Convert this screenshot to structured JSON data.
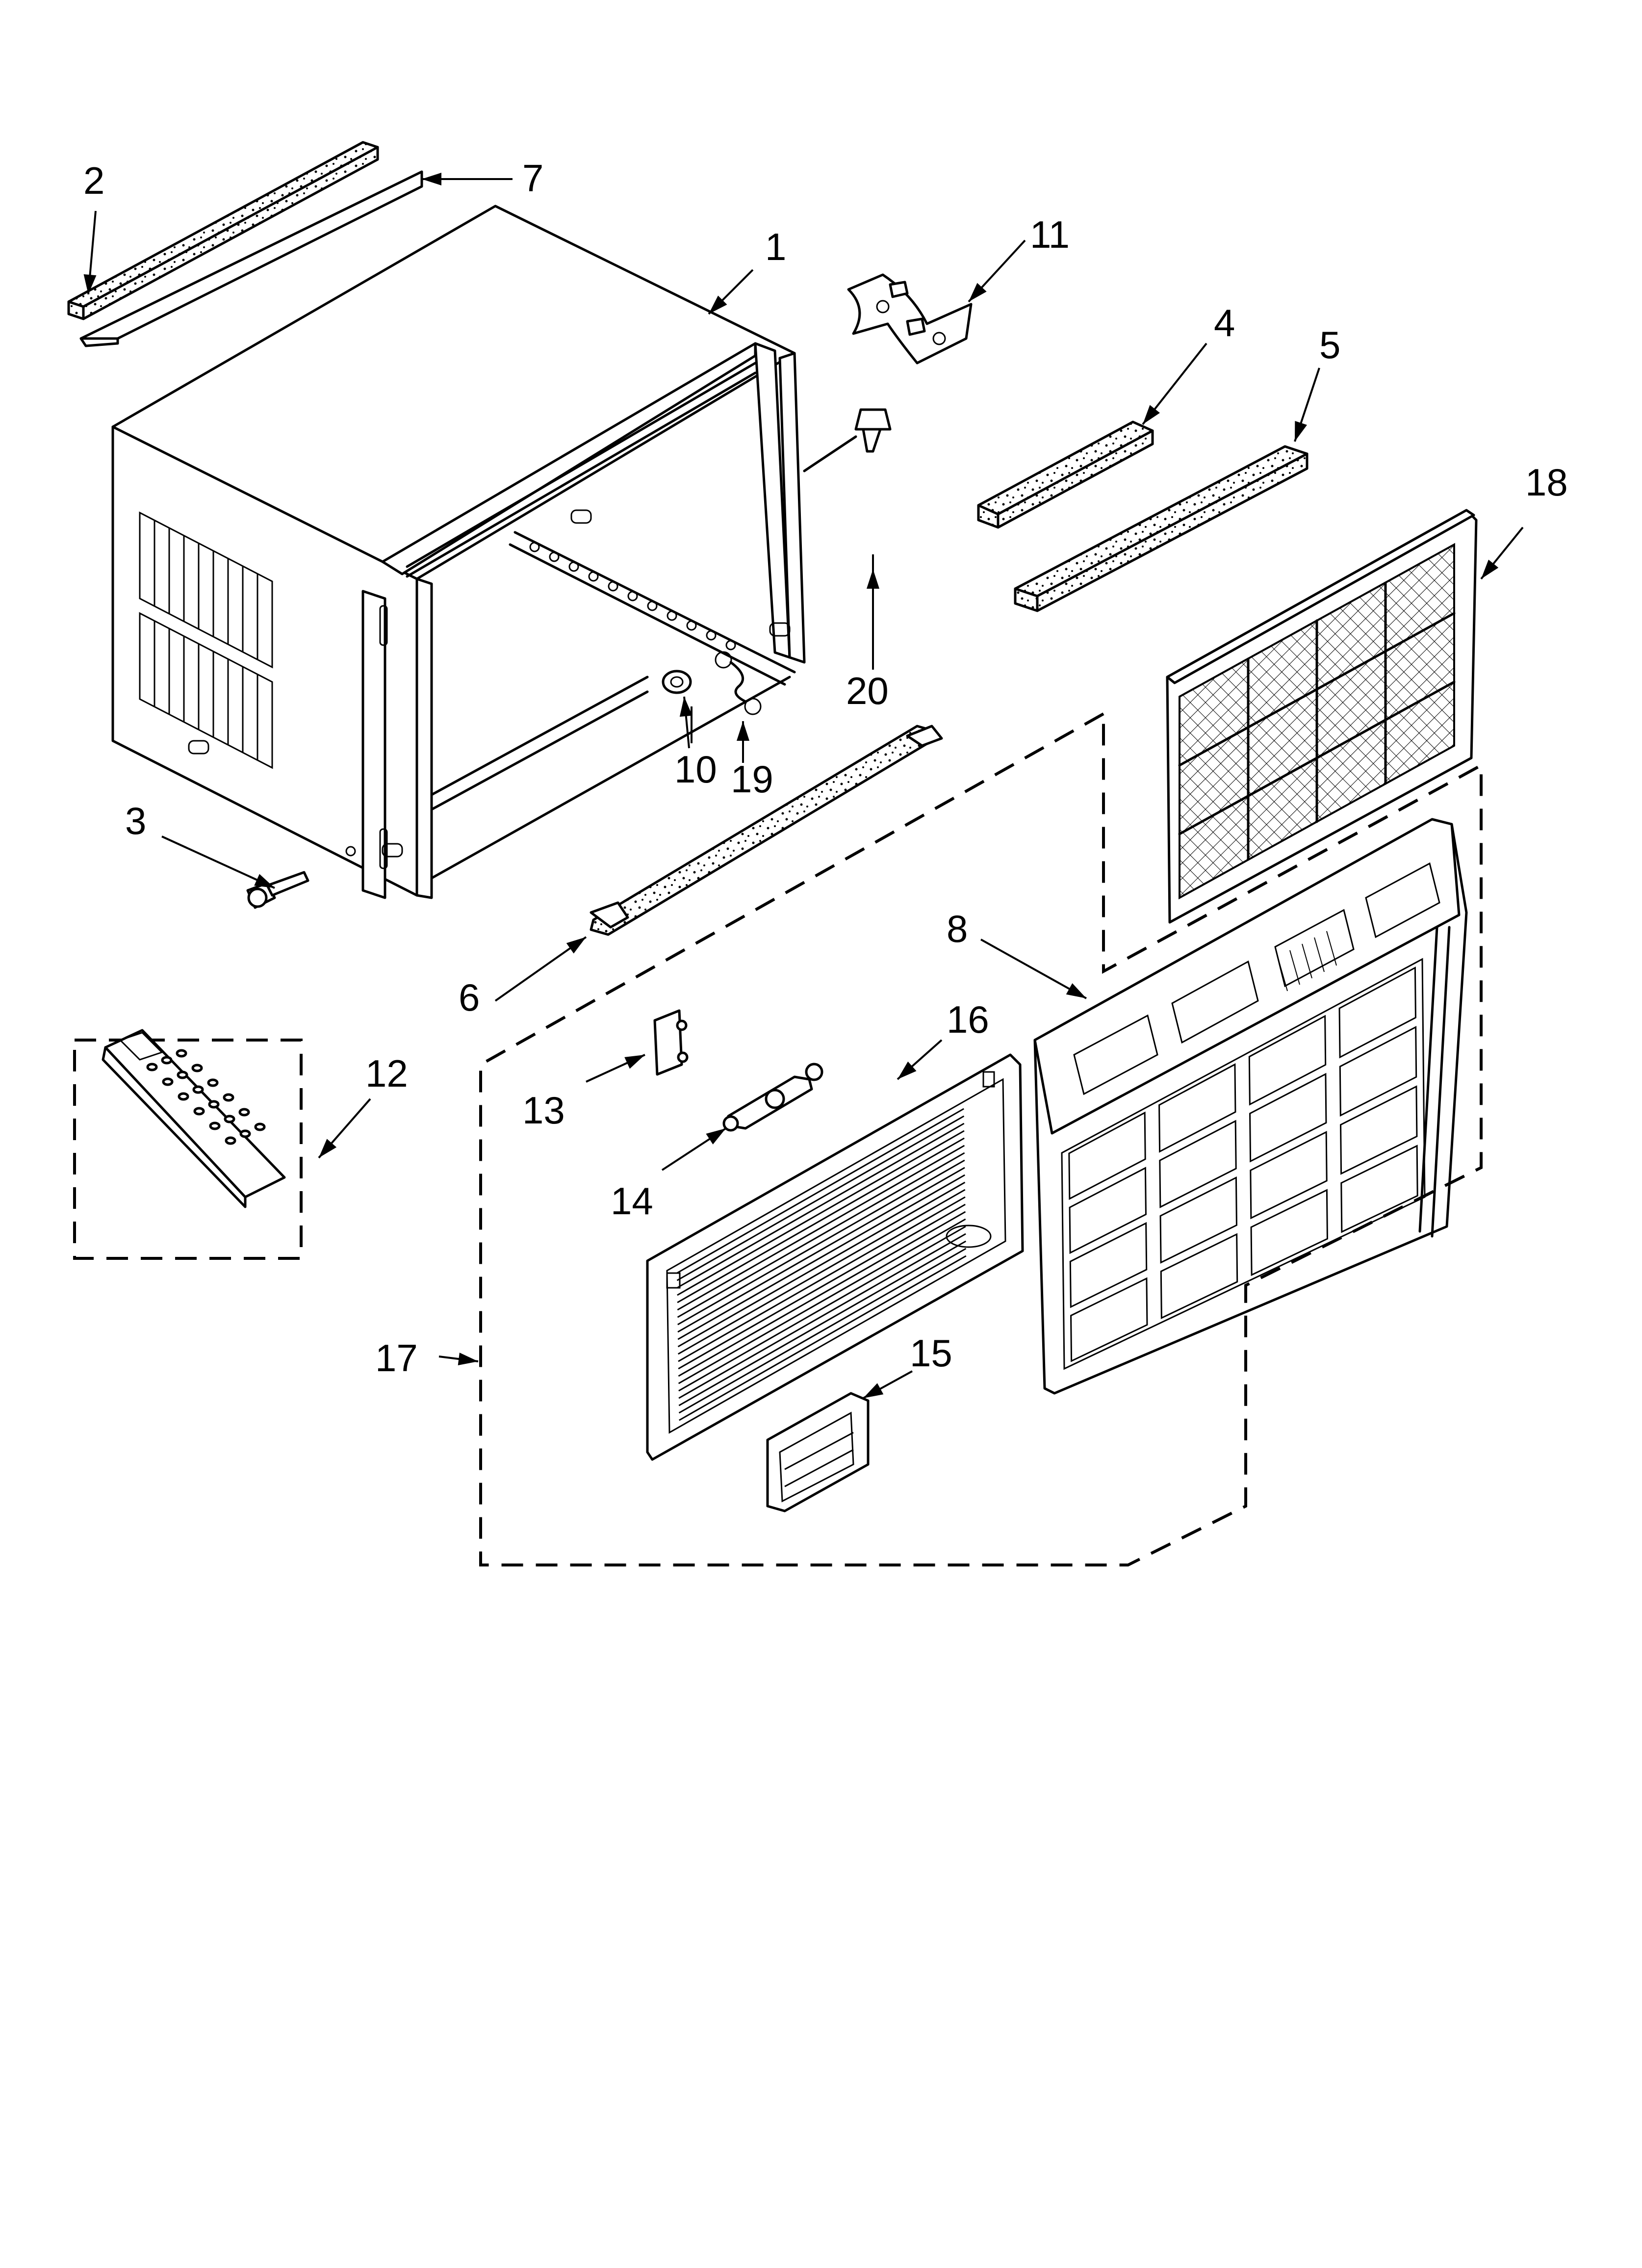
{
  "diagram": {
    "callouts": [
      {
        "id": "1",
        "text": "1"
      },
      {
        "id": "2",
        "text": "2"
      },
      {
        "id": "3",
        "text": "3"
      },
      {
        "id": "4",
        "text": "4"
      },
      {
        "id": "5",
        "text": "5"
      },
      {
        "id": "6",
        "text": "6"
      },
      {
        "id": "7",
        "text": "7"
      },
      {
        "id": "8",
        "text": "8"
      },
      {
        "id": "10",
        "text": "10"
      },
      {
        "id": "11",
        "text": "11"
      },
      {
        "id": "12",
        "text": "12"
      },
      {
        "id": "13",
        "text": "13"
      },
      {
        "id": "14",
        "text": "14"
      },
      {
        "id": "15",
        "text": "15"
      },
      {
        "id": "16",
        "text": "16"
      },
      {
        "id": "17",
        "text": "17"
      },
      {
        "id": "18",
        "text": "18"
      },
      {
        "id": "19",
        "text": "19"
      },
      {
        "id": "20",
        "text": "20"
      }
    ]
  }
}
